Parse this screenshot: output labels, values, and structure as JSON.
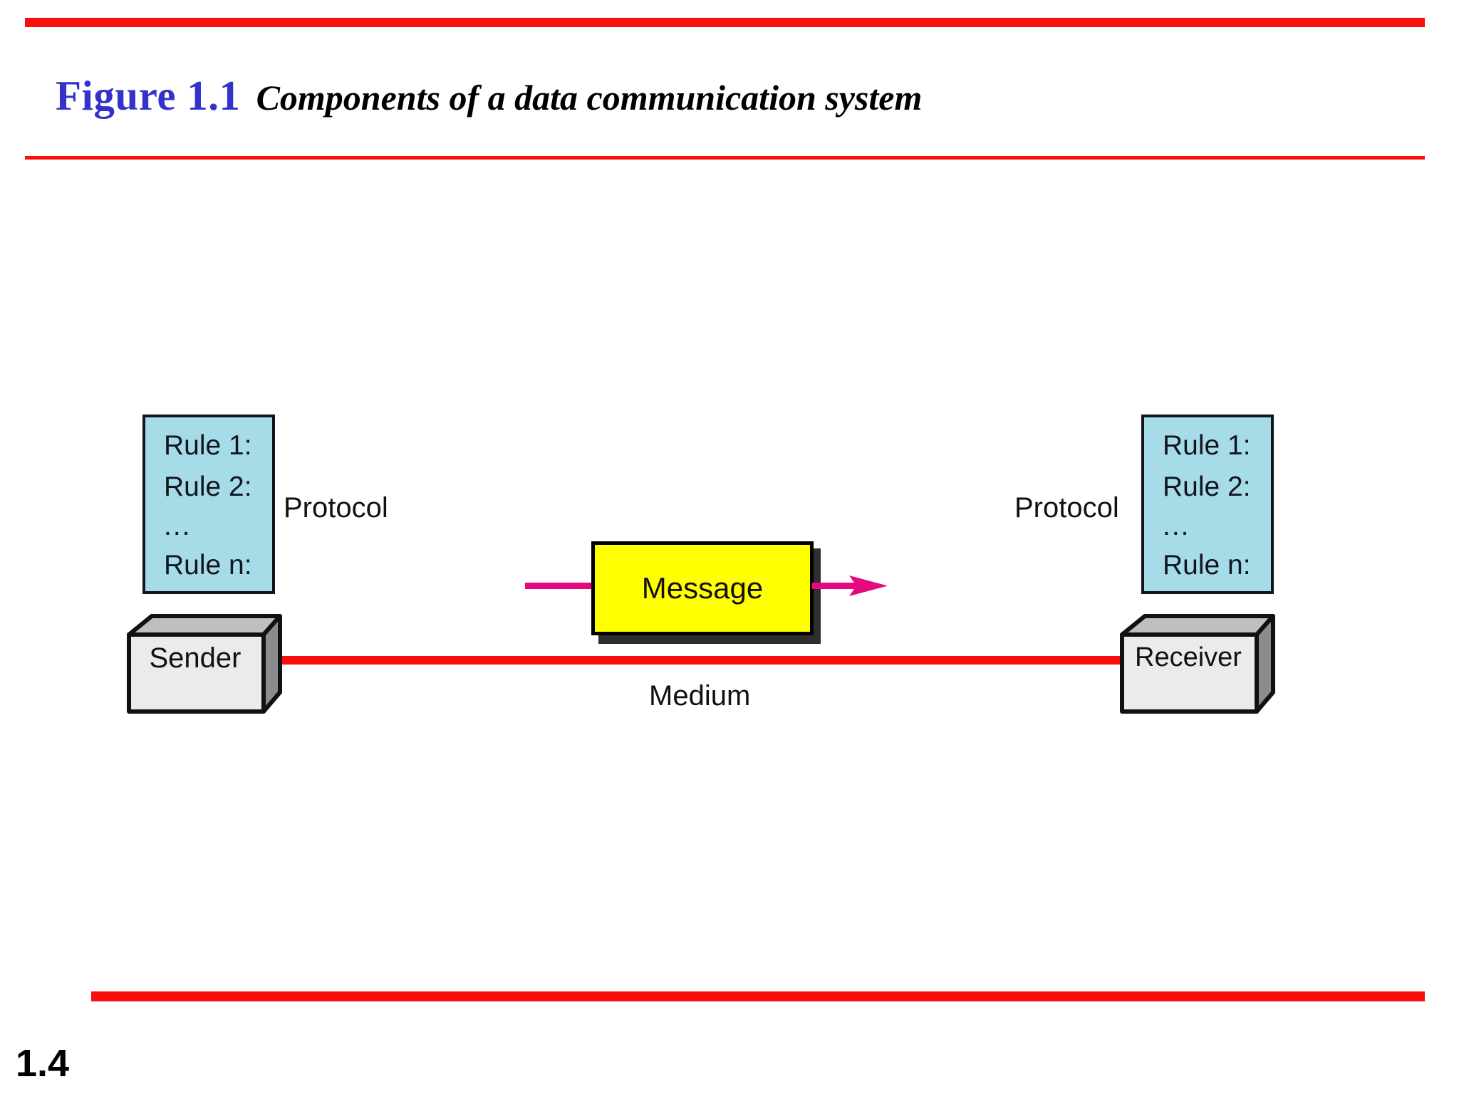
{
  "page": {
    "number": "1.4",
    "accent_red": "#fc0d0d",
    "figure_number_color": "#3333cc"
  },
  "title": {
    "figure_number": "Figure 1.1",
    "caption": "Components of a data communication system"
  },
  "diagram": {
    "type": "block-diagram",
    "protocol_left": {
      "label": "Protocol",
      "box_fill": "#a6dce8",
      "rules": [
        "Rule 1:",
        "Rule 2:",
        "...",
        "Rule n:"
      ]
    },
    "protocol_right": {
      "label": "Protocol",
      "box_fill": "#a6dce8",
      "rules": [
        "Rule 1:",
        "Rule 2:",
        "...",
        "Rule n:"
      ]
    },
    "sender": {
      "label": "Sender",
      "front_fill": "#ebebeb",
      "top_fill": "#bfbfbf",
      "side_fill": "#8c8c8c"
    },
    "receiver": {
      "label": "Receiver",
      "front_fill": "#ebebeb",
      "top_fill": "#bfbfbf",
      "side_fill": "#8c8c8c"
    },
    "message": {
      "label": "Message",
      "fill": "#ffff00",
      "border": "#000000",
      "shadow": "#2e2e2e"
    },
    "medium": {
      "label": "Medium",
      "line_color": "#fc0d0d"
    },
    "arrow": {
      "name": "message-flow-arrow",
      "color": "#e6097e",
      "direction": "left-to-right"
    }
  }
}
